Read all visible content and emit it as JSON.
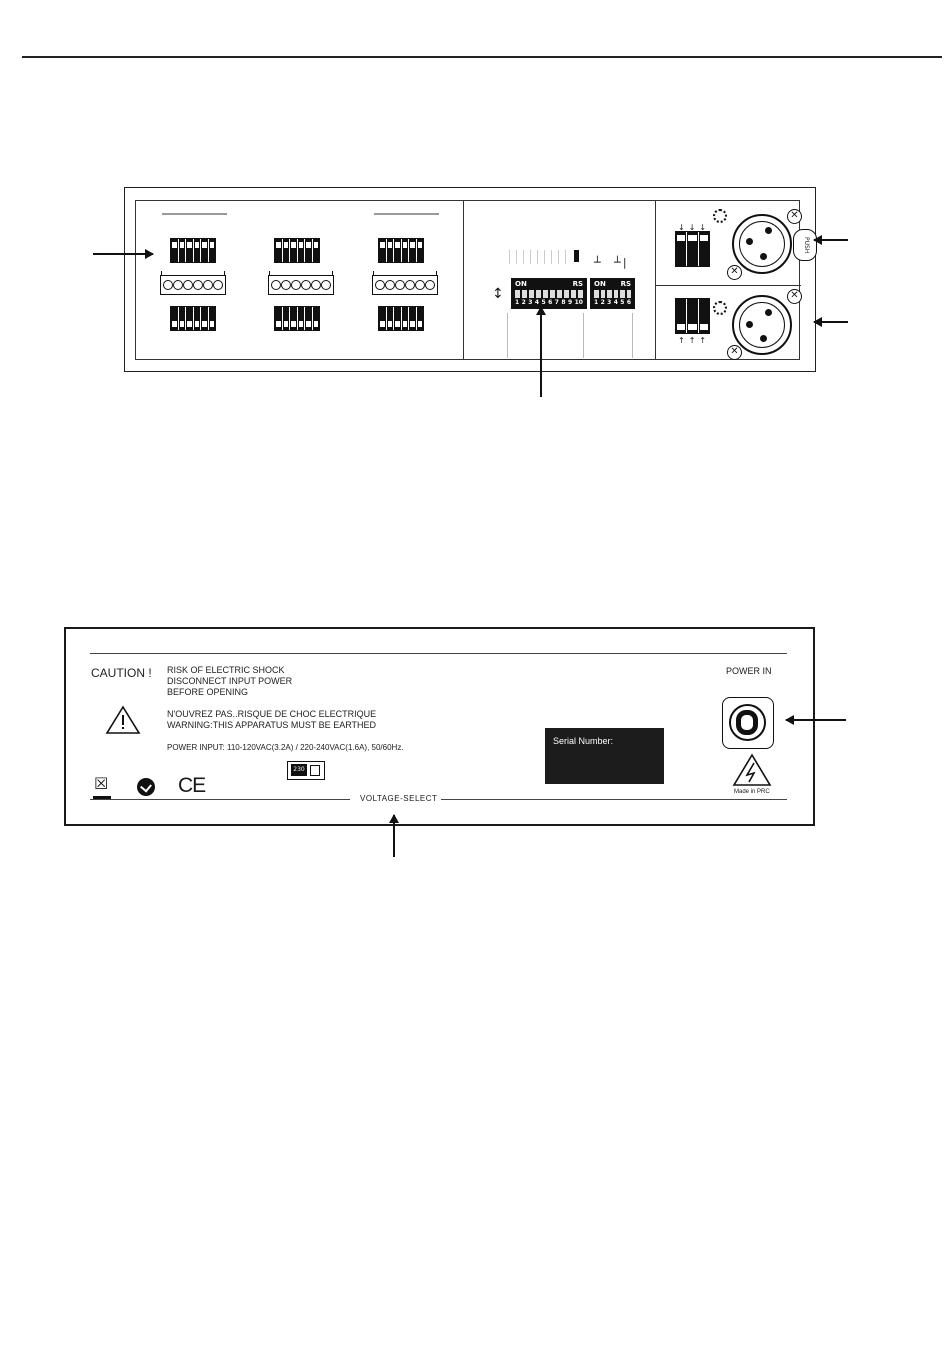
{
  "top_panel": {
    "dip_switch_left": {
      "on_label": "ON",
      "rs_label": "RS",
      "numbers": [
        "1",
        "2",
        "3",
        "4",
        "5",
        "6",
        "7",
        "8",
        "9",
        "10"
      ]
    },
    "dip_switch_right": {
      "on_label": "ON",
      "rs_label": "RS",
      "numbers": [
        "1",
        "2",
        "3",
        "4",
        "5",
        "6"
      ]
    },
    "push_label": "PUSH"
  },
  "bottom_panel": {
    "caution": "CAUTION !",
    "warning_lines": [
      "RISK OF ELECTRIC SHOCK",
      "DISCONNECT INPUT POWER",
      "BEFORE OPENING"
    ],
    "french_line": "N'OUVREZ PAS..RISQUE DE CHOC ELECTRIQUE",
    "earthed_line": "WARNING:THIS APPARATUS MUST BE EARTHED",
    "power_input": "POWER INPUT: 110-120VAC(3.2A) / 220-240VAC(1.6A), 50/60Hz.",
    "serial_label": "Serial Number:",
    "power_in": "POWER IN",
    "made_in": "Made in PRC",
    "voltage_select": "VOLTAGE-SELECT",
    "switch_value": "230",
    "ce_mark": "CE"
  }
}
